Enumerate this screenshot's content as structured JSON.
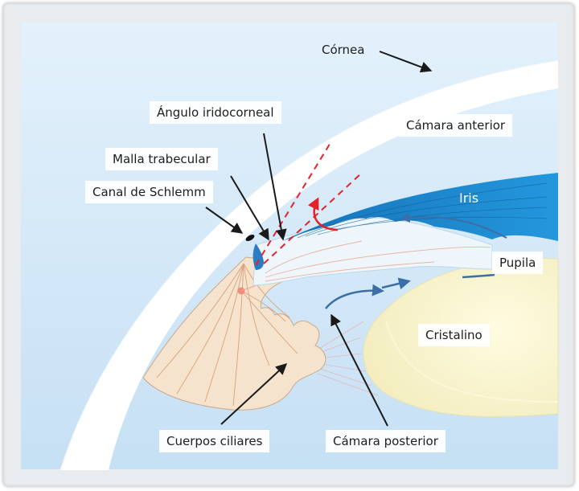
{
  "labels": {
    "cornea": "Córnea",
    "anterior_chamber": "Cámara anterior",
    "iridocorneal_angle": "Ángulo iridocorneal",
    "trabecular_meshwork": "Malla trabecular",
    "schlemm_canal": "Canal de Schlemm",
    "iris": "Iris",
    "pupil": "Pupila",
    "lens": "Cristalino",
    "ciliary_bodies": "Cuerpos ciliares",
    "posterior_chamber": "Cámara posterior"
  },
  "colors": {
    "background": "#cfe6f7",
    "cornea": "#ffffff",
    "iris": "#1b86cf",
    "lens": "#fbf6cf",
    "ciliary_body": "#f5e3cd",
    "flow_arrow_blue": "#3c6fa5",
    "flow_arrow_red": "#e2232b",
    "pointer_arrow": "#1a1a1a"
  }
}
